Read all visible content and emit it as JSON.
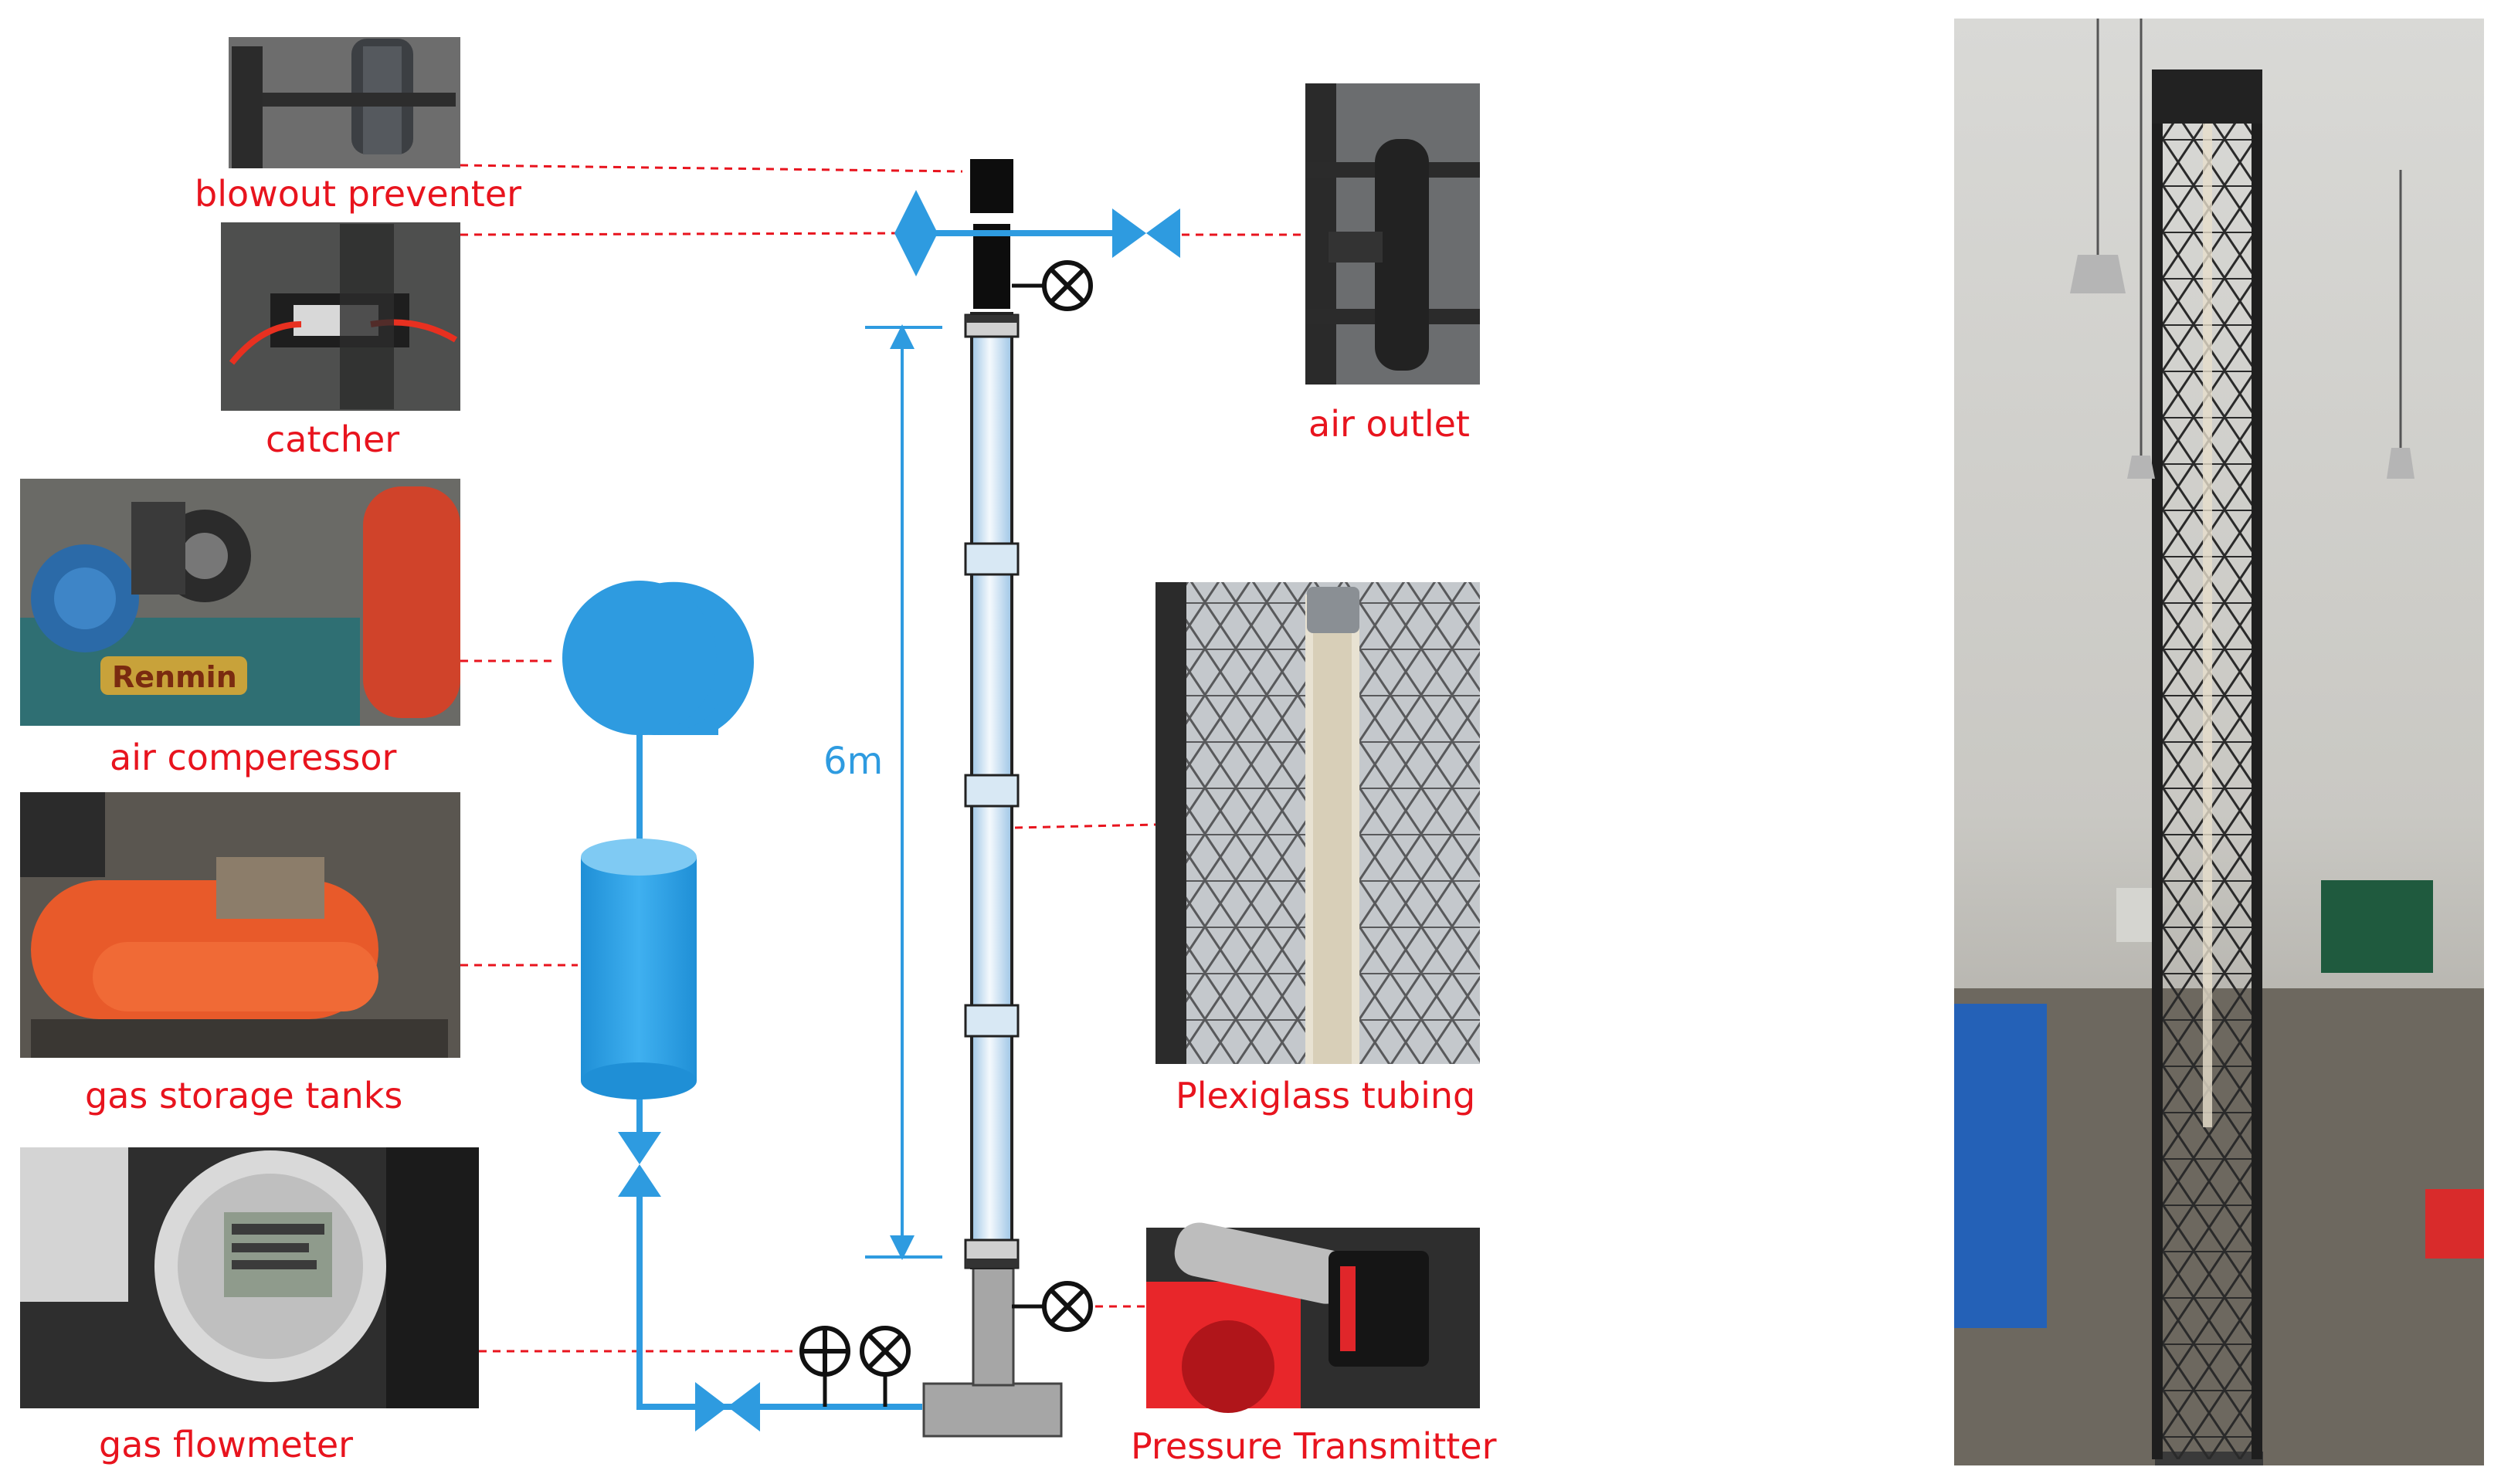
{
  "labels": {
    "blowout_preventer": "blowout preventer",
    "catcher": "catcher",
    "air_outlet": "air outlet",
    "air_compressor": "air comperessor",
    "gas_storage_tanks": "gas storage tanks",
    "plexiglass_tubing": "Plexiglass tubing",
    "gas_flowmeter": "gas flowmeter",
    "pressure_transmitter": "Pressure Transmitter",
    "height": "6m"
  },
  "photo_text": {
    "compressor_brand": "Renmin"
  },
  "colors": {
    "label": "#e8141e",
    "diagram_blue": "#2e9be0",
    "leader_line": "#e8141e",
    "pipe_tube": "#d6e9f7",
    "base": "#a6a6a6"
  }
}
